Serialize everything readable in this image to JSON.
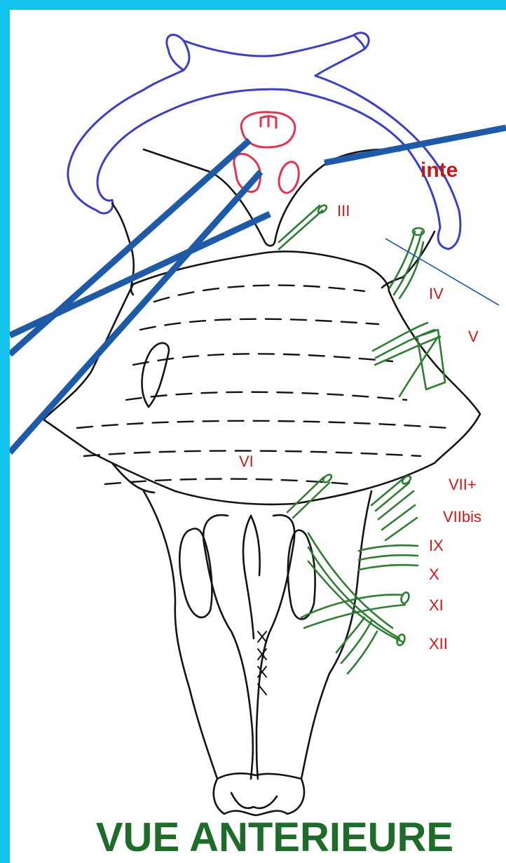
{
  "title": "VUE ANTERIEURE",
  "edge_label": "inte",
  "nerve_labels": {
    "III": "III",
    "IV": "IV",
    "V": "V",
    "VI": "VI",
    "VII": "VII+",
    "VIIbis": "VIIbis",
    "IX": "IX",
    "X": "X",
    "XI": "XI",
    "XII": "XII"
  },
  "colors": {
    "background_border": "#13C4EE",
    "pointer_lines": "#1E5AA8",
    "nerves": "#2E7D32",
    "vessels": "#3A3FC4",
    "labels": "#D01818",
    "title": "#1E6B2A",
    "pituitary_region": "#E2334F"
  }
}
